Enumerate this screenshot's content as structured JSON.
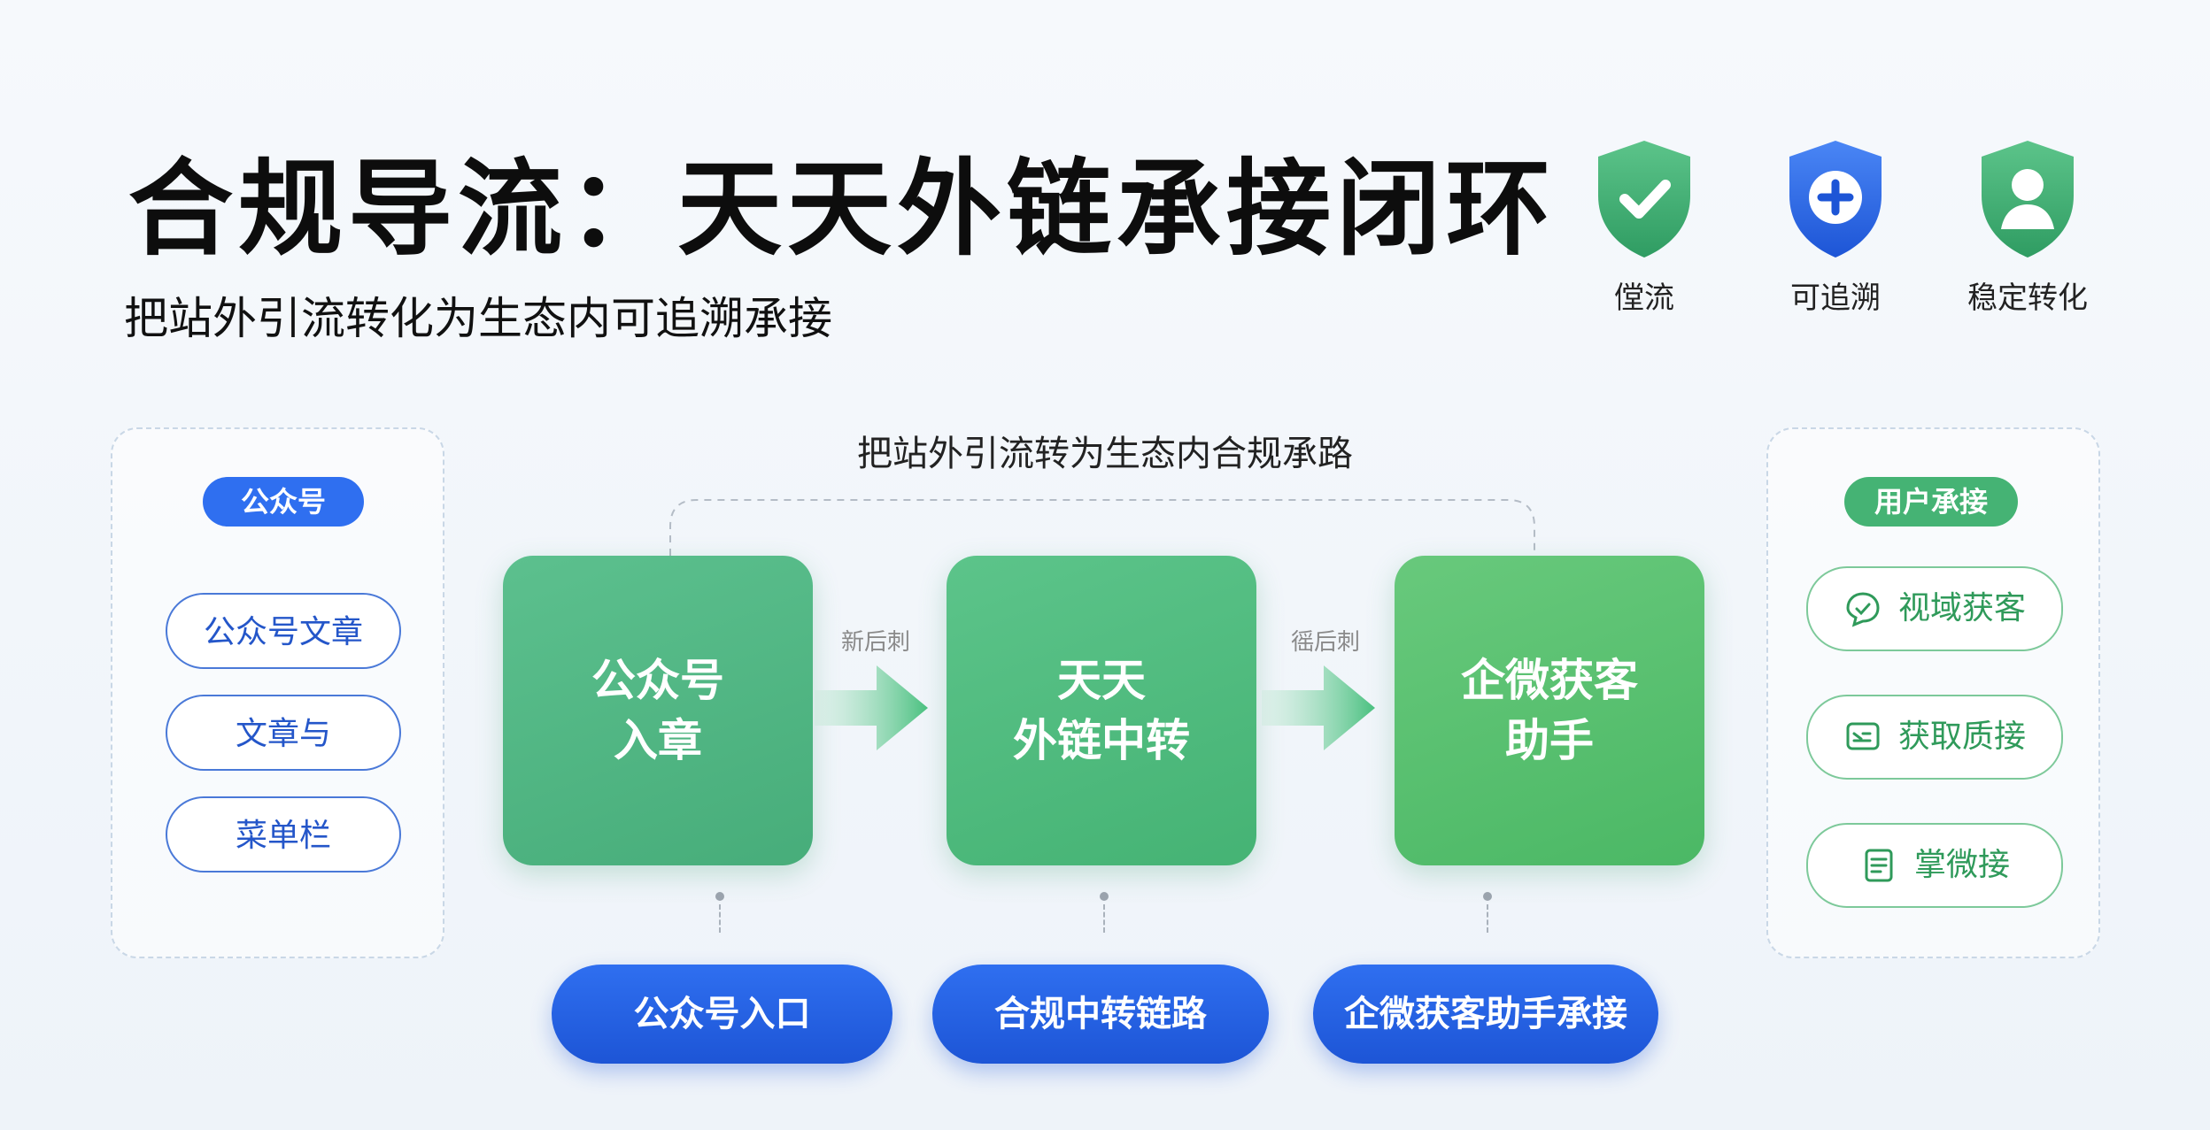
{
  "header": {
    "title": "合规导流：天天外链承接闭环",
    "subtitle": "把站外引流转化为生态内可追溯承接"
  },
  "badges": [
    {
      "label": "㑽流",
      "icon": "shield-check-icon",
      "color": "#3fae73"
    },
    {
      "label": "可追溯",
      "icon": "plus-shield-icon",
      "color": "#2f6ff0"
    },
    {
      "label": "稳定转化",
      "icon": "user-shield-icon",
      "color": "#3fae73"
    }
  ],
  "left_panel": {
    "head": "公众号",
    "items": [
      "公众号文章",
      "文章与",
      "菜单栏"
    ]
  },
  "flow": {
    "label": "把站外引流转​为生态内合规承路",
    "boxes": [
      {
        "line1": "公众号",
        "line2": "入章"
      },
      {
        "line1": "天天",
        "line2": "外链中转"
      },
      {
        "line1": "企微获客",
        "line2": "助手"
      }
    ],
    "arrow_labels": [
      "新后刺",
      "徭后刺"
    ]
  },
  "right_panel": {
    "head": "用户承接",
    "items": [
      {
        "label": "视域获客",
        "icon": "chat-bubble-icon"
      },
      {
        "label": "获取质接",
        "icon": "message-card-icon"
      },
      {
        "label": "掌微接",
        "icon": "document-icon"
      }
    ]
  },
  "bottom_buttons": [
    "公众号入口",
    "合规中转链路",
    "企微获客助手承接"
  ],
  "colors": {
    "green": "#4cb878",
    "blue": "#2f6ff0",
    "panel_border": "#c9d7e6"
  }
}
